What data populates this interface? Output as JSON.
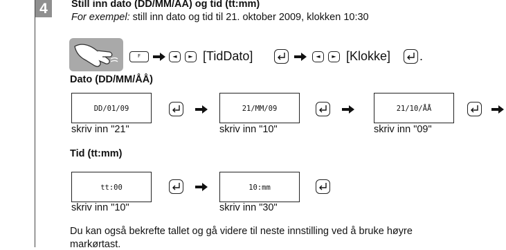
{
  "step": {
    "number": "4",
    "heading": "Still inn dato (DD/MM/ÅÅ) og tid (tt:mm)",
    "example_prefix": "For exempel:",
    "example_text": " still inn dato og tid til 21. oktober 2009, klokken 10:30"
  },
  "sequence": {
    "function_key_label": "F",
    "left_key_label": "◄",
    "right_key_label": "►",
    "tiddato_label": "[TidDato]",
    "klokke_label": "[Klokke]",
    "period": "."
  },
  "date_section": {
    "title": "Dato (DD/MM/ÅÅ)",
    "displays": [
      "DD/01/09",
      "21/MM/09",
      "21/10/ÅÅ"
    ],
    "captions": [
      "skriv inn \"21\"",
      "skriv inn \"10\"",
      "skriv inn \"09\""
    ]
  },
  "time_section": {
    "title": "Tid (tt:mm)",
    "displays": [
      "tt:00",
      "10:mm"
    ],
    "captions": [
      "skriv inn \"10\"",
      "skriv inn \"30\""
    ]
  },
  "note": {
    "line1": "Du kan også bekrefte tallet og gå videre til neste innstilling ved å bruke høyre",
    "line2": "markørtast."
  },
  "icons": {
    "enter": "enter-key-icon",
    "arrow": "right-arrow-icon",
    "hand": "finger-press-icon"
  }
}
